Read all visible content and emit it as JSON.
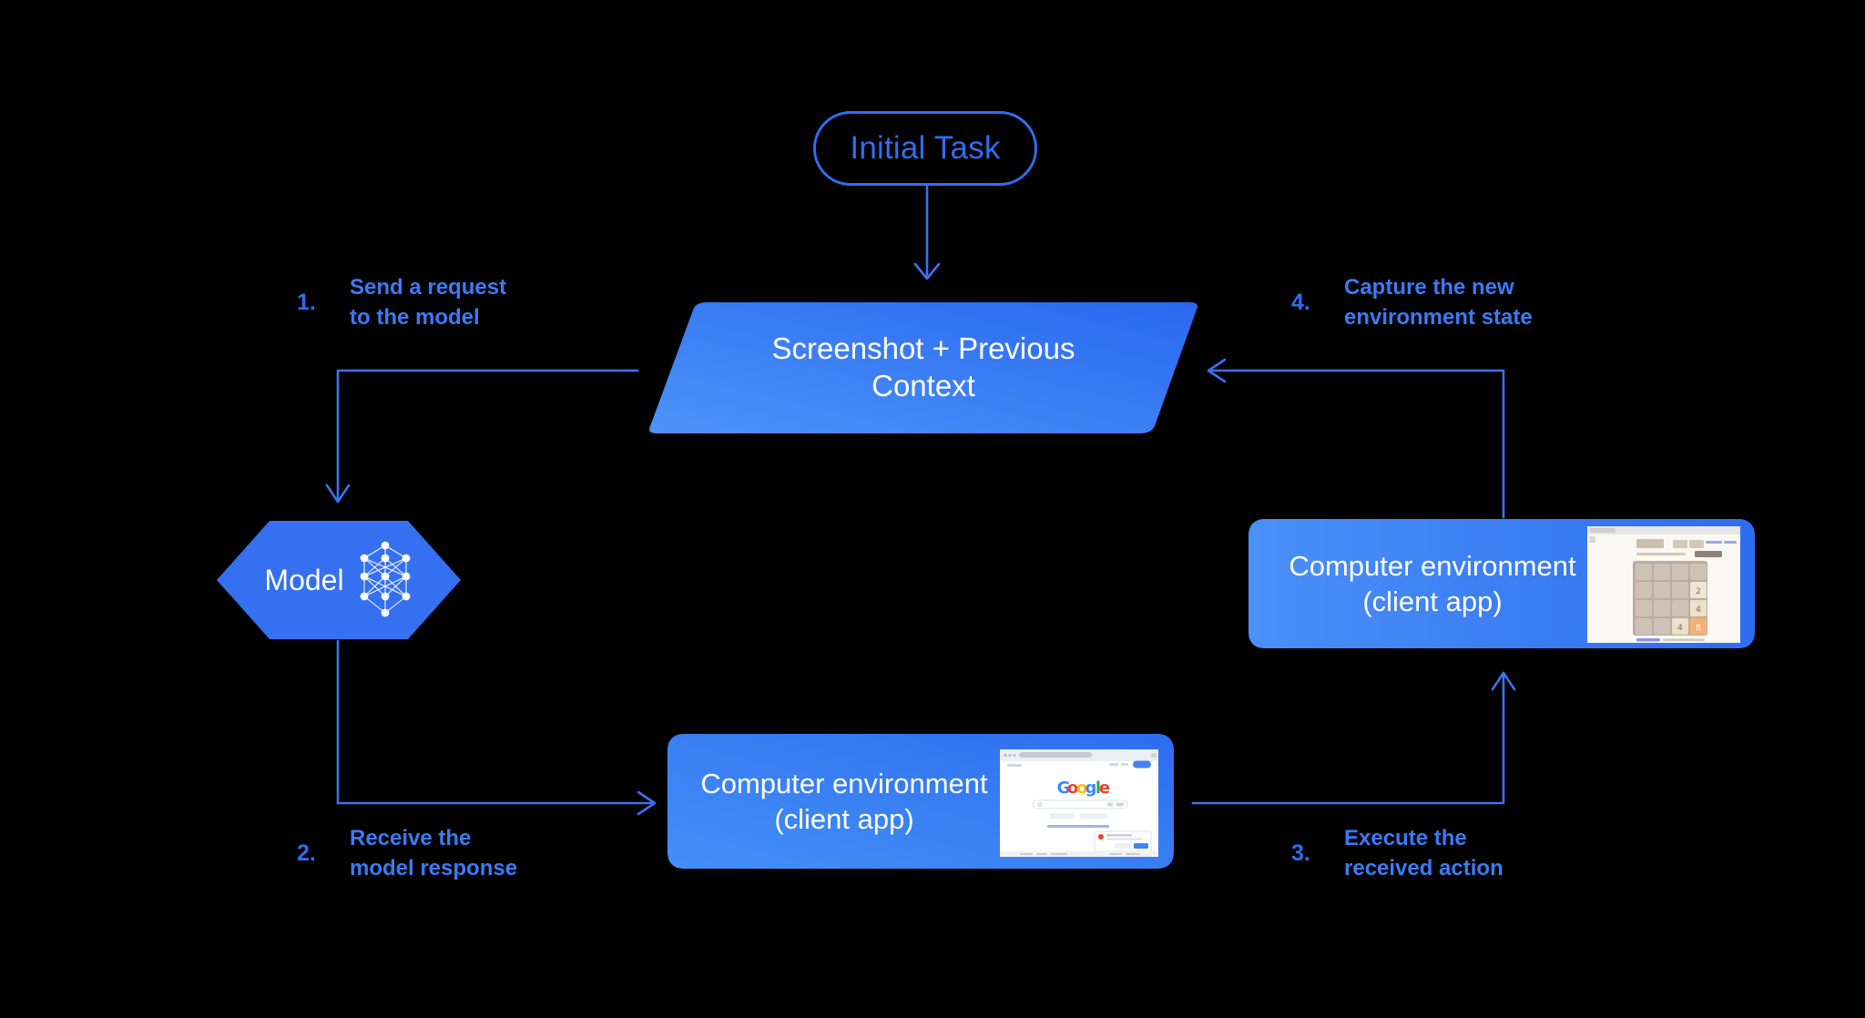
{
  "diagram": {
    "title_node": {
      "label": "Initial Task",
      "shape": "rounded-pill",
      "stroke_color": "#2f6ef0"
    },
    "context_node": {
      "line1": "Screenshot + Previous",
      "line2": "Context",
      "shape": "parallelogram",
      "gradient_from": "#4a8cf7",
      "gradient_to": "#2f6ef0"
    },
    "model_node": {
      "label": "Model",
      "icon": "neural-network-icon",
      "shape": "hexagon",
      "fill_color": "#3570f0"
    },
    "env_right": {
      "line1": "Computer environment",
      "line2": "(client app)",
      "thumbnail": "2048-game-screenshot",
      "gradient_from": "#4a8ff6",
      "gradient_to": "#2f6ef0"
    },
    "env_bottom": {
      "line1": "Computer environment",
      "line2": "(client app)",
      "thumbnail": "google-search-screenshot",
      "gradient_from": "#3e8ef5",
      "gradient_to": "#2f6ef0"
    },
    "steps": [
      {
        "number": "1.",
        "text": "Send a request\nto the model"
      },
      {
        "number": "2.",
        "text": "Receive the\nmodel response"
      },
      {
        "number": "3.",
        "text": "Execute the\nreceived action"
      },
      {
        "number": "4.",
        "text": "Capture the new\nenvironment state"
      }
    ],
    "colors": {
      "background": "#000000",
      "accent_blue": "#2f6ef0",
      "label_blue": "#3b7bf5",
      "arrow_blue": "#3b72f0",
      "white": "#ffffff"
    },
    "thumbnails": {
      "game_2048": {
        "site_title": "2048.org",
        "tiles": [
          {
            "row": 2,
            "col": 4,
            "value": "2",
            "color": "#eee4da"
          },
          {
            "row": 3,
            "col": 4,
            "value": "4",
            "color": "#ede0c8"
          },
          {
            "row": 4,
            "col": 3,
            "value": "4",
            "color": "#ede0c8"
          },
          {
            "row": 4,
            "col": 4,
            "value": "8",
            "color": "#f2b179"
          }
        ],
        "board_color": "#bbada0"
      },
      "google": {
        "logo": "google-logo",
        "logo_colors": [
          "#4285f4",
          "#ea4335",
          "#fbbc05",
          "#34a853"
        ]
      }
    }
  }
}
